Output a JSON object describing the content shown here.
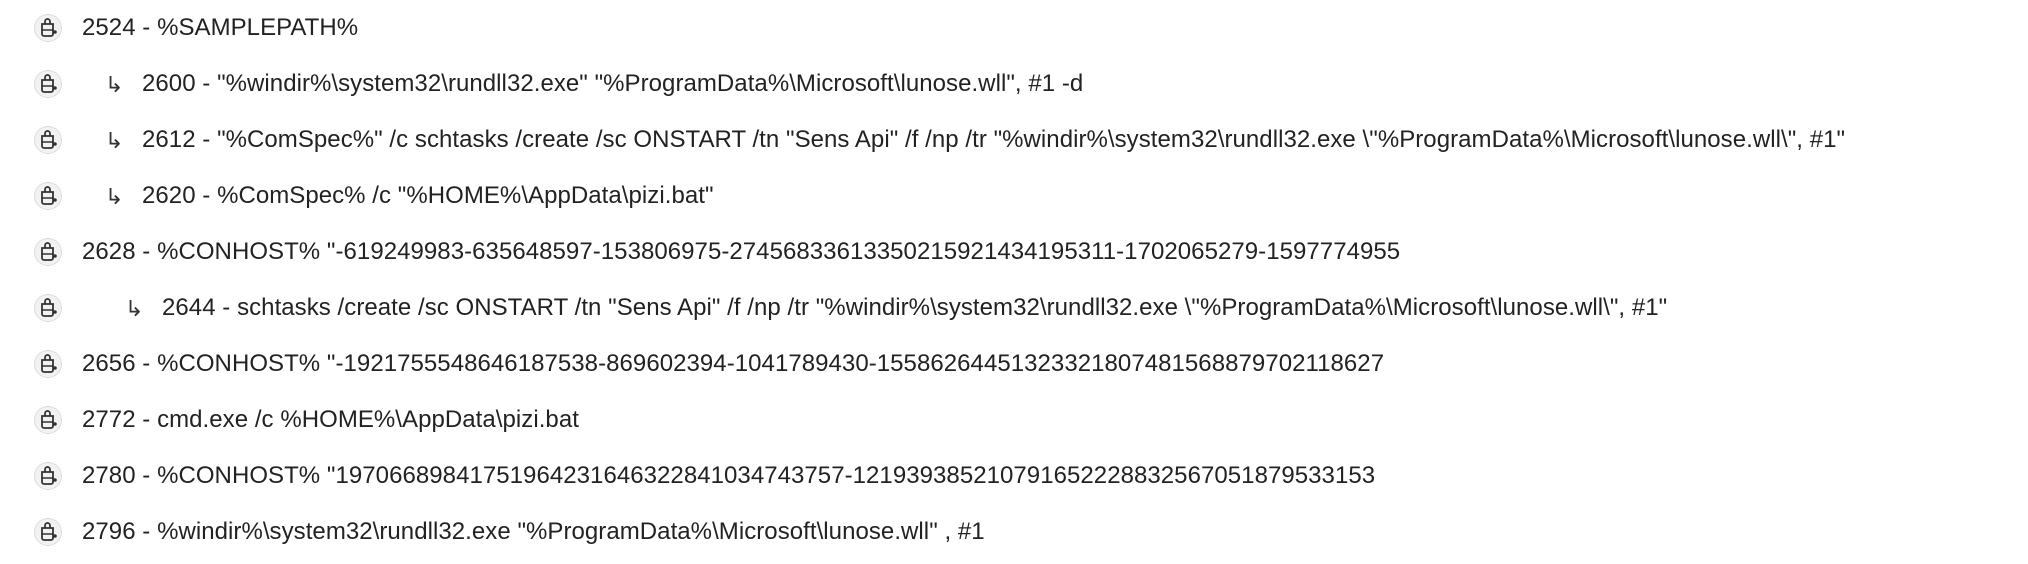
{
  "process_tree": {
    "icon_name": "process-bottle-icon",
    "child_marker": "↳",
    "rows": [
      {
        "text": "2524 - %SAMPLEPATH%",
        "depth": 0
      },
      {
        "text": "2600 - \"%windir%\\system32\\rundll32.exe\" \"%ProgramData%\\Microsoft\\lunose.wll\", #1 -d",
        "depth": 1
      },
      {
        "text": "2612 - \"%ComSpec%\" /c schtasks /create /sc ONSTART /tn \"Sens Api\" /f /np /tr \"%windir%\\system32\\rundll32.exe \\\"%ProgramData%\\Microsoft\\lunose.wll\\\", #1\"",
        "depth": 1
      },
      {
        "text": "2620 - %ComSpec% /c \"%HOME%\\AppData\\pizi.bat\"",
        "depth": 1
      },
      {
        "text": "2628 - %CONHOST% \"-619249983-635648597-153806975-2745683361335021592143419531​1-1702065279-1597774955",
        "depth": 0
      },
      {
        "text": "2644 - schtasks /create /sc ONSTART /tn \"Sens Api\" /f /np /tr \"%windir%\\system32\\rundll32.exe \\\"%ProgramData%\\Microsoft\\lunose.wll\\\", #1\"",
        "depth": 2
      },
      {
        "text": "2656 - %CONHOST% \"-1921755548646187538-869602394-1041789430-155862644513233218074815688797021​18627",
        "depth": 0
      },
      {
        "text": "2772 - cmd.exe /c %HOME%\\AppData\\pizi.bat",
        "depth": 0
      },
      {
        "text": "2780 - %CONHOST% \"1970668984175196423164632284103474375​7-12193938521079165222883256705187​9533153",
        "depth": 0
      },
      {
        "text": "2796 - %windir%\\system32\\rundll32.exe \"%ProgramData%\\Microsoft\\lunose.wll\" , #1",
        "depth": 0
      }
    ]
  }
}
